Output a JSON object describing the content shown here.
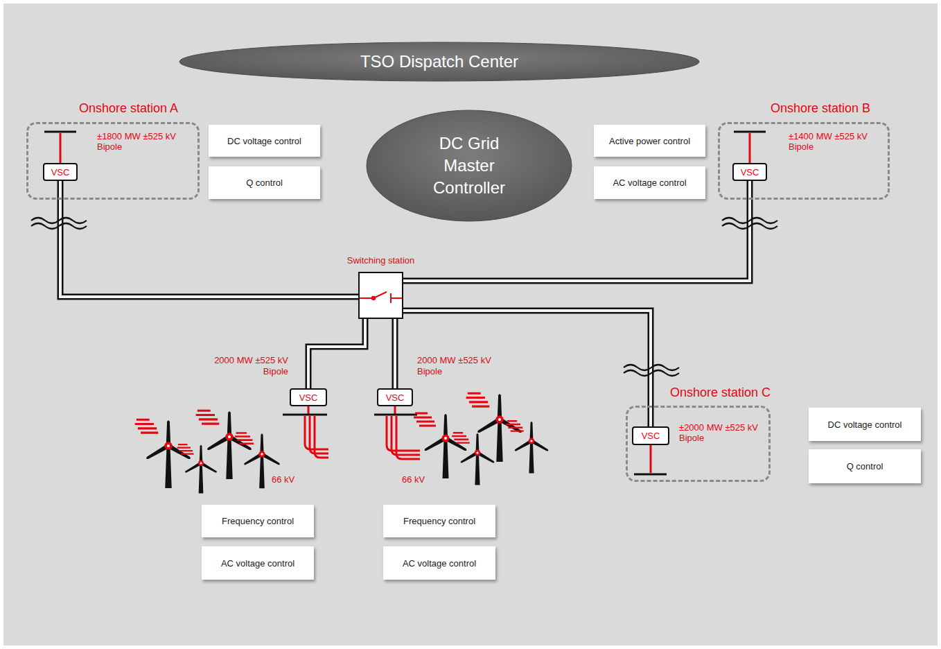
{
  "diagram": {
    "nodes": [
      {
        "text": [
          "TSO Dispatch Center"
        ]
      },
      {
        "text": [
          "DC Grid Master Controller"
        ]
      },
      {
        "text": [
          "Onshore station A",
          "±1800 MW ±525 kV Bipole"
        ]
      },
      {
        "text": [
          "VSC"
        ],
        "in": 2
      },
      {
        "text": [
          "DC voltage control"
        ]
      },
      {
        "text": [
          "Q control"
        ]
      },
      {
        "text": [
          "Onshore station B",
          "±1400 MW ±525 kV Bipole"
        ]
      },
      {
        "text": [
          "VSC"
        ],
        "in": 6
      },
      {
        "text": [
          "Active power control"
        ]
      },
      {
        "text": [
          "AC voltage control"
        ]
      },
      {
        "text": [
          "Switching station"
        ]
      },
      {
        "text": [
          "VSC"
        ]
      },
      {
        "text": [
          "VSC"
        ]
      },
      {
        "text": [
          "Onshore station C",
          "±2000 MW ±525 kV Bipole"
        ]
      },
      {
        "text": [
          "VSC"
        ],
        "in": 13
      },
      {
        "text": [
          "DC voltage control"
        ]
      },
      {
        "text": [
          "Q control"
        ]
      },
      {
        "text": [
          "Frequency control"
        ]
      },
      {
        "text": [
          "AC voltage control"
        ]
      },
      {
        "text": [
          "Frequency control"
        ]
      },
      {
        "text": [
          "AC voltage control"
        ]
      }
    ],
    "edges": [
      {
        "from": 3,
        "to": 10,
        "arrow": "none"
      },
      {
        "from": 7,
        "to": 10,
        "arrow": "none"
      },
      {
        "from": 11,
        "to": 10,
        "arrow": "none"
      },
      {
        "from": 12,
        "to": 10,
        "arrow": "none"
      },
      {
        "from": 14,
        "to": 10,
        "arrow": "none"
      }
    ],
    "labels": [
      "2000 MW ±525 kV Bipole",
      "2000 MW ±525 kV Bipole",
      "66 kV",
      "66 kV"
    ]
  }
}
